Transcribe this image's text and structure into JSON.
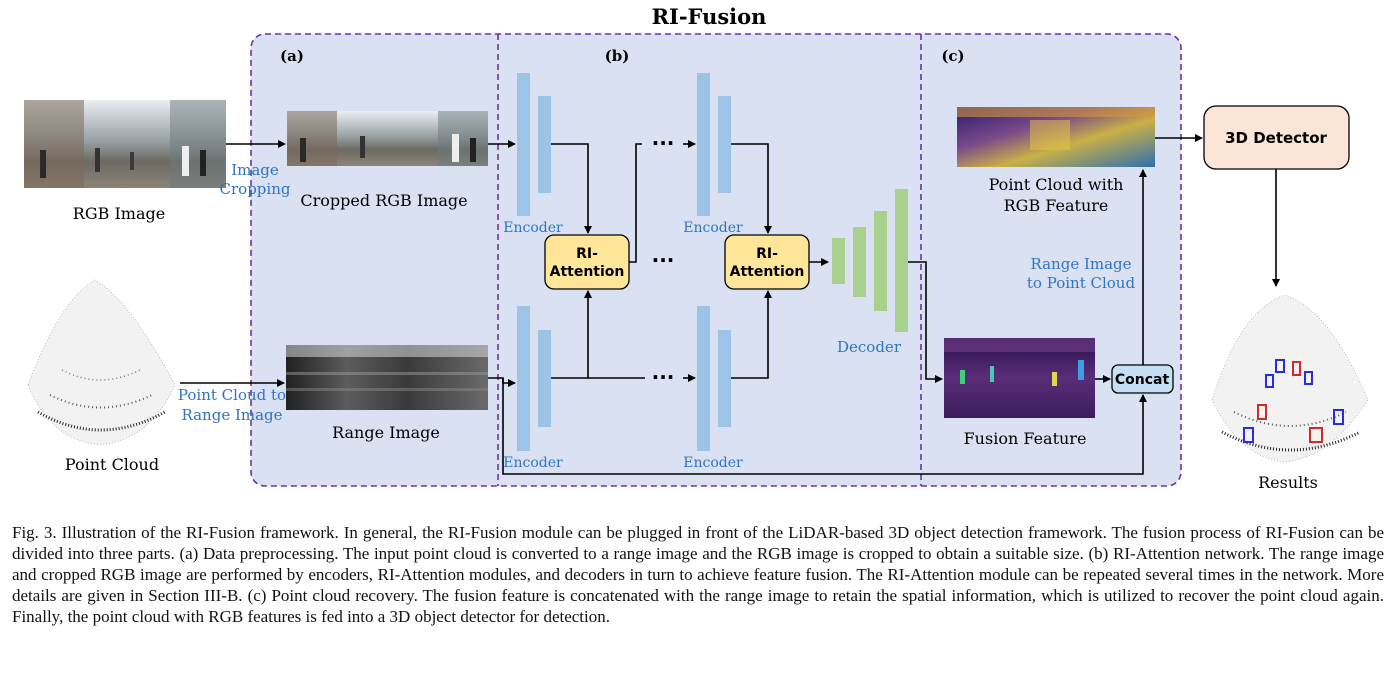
{
  "diagram": {
    "title": "RI-Fusion",
    "panels": {
      "a": "(a)",
      "b": "(b)",
      "c": "(c)"
    },
    "inputs": {
      "rgb_image": "RGB Image",
      "point_cloud": "Point Cloud"
    },
    "preprocess": {
      "cropping_line1": "Image",
      "cropping_line2": "Cropping",
      "cropped_rgb": "Cropped RGB Image",
      "projection_line1": "Point Cloud to",
      "projection_line2": "Range Image",
      "range_image": "Range Image"
    },
    "network": {
      "encoder": "Encoder",
      "ri_attention_line1": "RI-",
      "ri_attention_line2": "Attention",
      "ellipsis": "···",
      "decoder": "Decoder"
    },
    "recovery": {
      "pc_rgb_line1": "Point Cloud with",
      "pc_rgb_line2": "RGB Feature",
      "back_line1": "Range Image",
      "back_line2": "to Point  Cloud",
      "concat": "Concat",
      "fusion_feature": "Fusion Feature"
    },
    "output": {
      "detector": "3D Detector",
      "results": "Results"
    },
    "colors": {
      "panel_fill": "#d9e1f2",
      "panel_border": "#7030a0",
      "encoder": "#9dc3e6",
      "decoder": "#a9d18e",
      "attention": "#ffe699",
      "detector": "#fbe5d6",
      "concat": "#c5e0f4",
      "label_blue": "#2f74c0"
    }
  },
  "caption": "Fig. 3.   Illustration of the RI-Fusion framework. In general, the RI-Fusion module can be plugged in front of the LiDAR-based 3D object detection framework. The fusion process of RI-Fusion can be divided into three parts. (a)  Data preprocessing. The input point cloud is converted to a range image and the RGB image is cropped to obtain a suitable size. (b) RI-Attention network. The range image and cropped RGB image are performed by encoders, RI-Attention modules, and decoders in turn to achieve feature fusion. The RI-Attention module can be repeated several times in the network. More details are given in Section III-B. (c) Point cloud recovery. The fusion feature is concatenated with the range image to retain the spatial information, which is utilized to recover the point cloud again. Finally, the point cloud with RGB features is fed into a 3D object detector for detection."
}
